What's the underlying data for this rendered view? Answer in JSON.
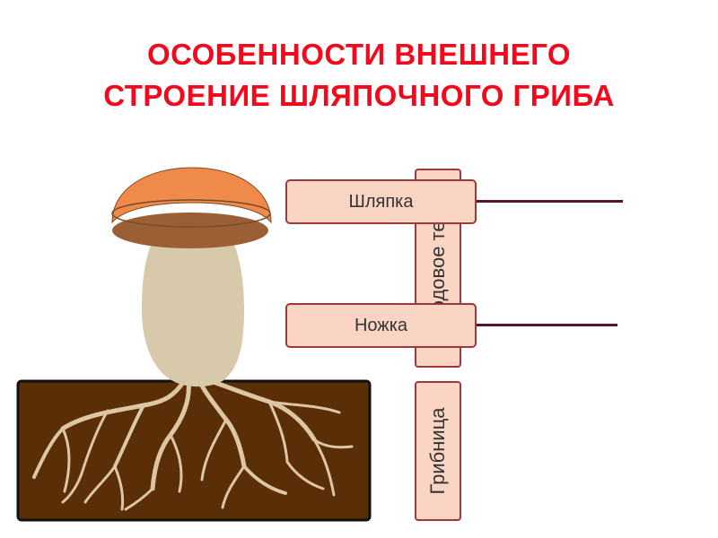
{
  "title": {
    "line1": "ОСОБЕННОСТИ ВНЕШНЕГО",
    "line2": "СТРОЕНИЕ ШЛЯПОЧНОГО ГРИБА"
  },
  "labels": {
    "cap": "Шляпка",
    "stem": "Ножка",
    "fruit_body": "Плодовое тело",
    "mycelium": "Грибница"
  },
  "colors": {
    "title": "#f2091b",
    "box_fill": "#fbd5c4",
    "box_border": "#9b3a3a",
    "connector": "#5a1430",
    "cap_top": "#f08a4b",
    "cap_under": "#9a5f35",
    "stem": "#d8c9aa",
    "soil": "#5a2e06",
    "hyphae": "#dcc6a4"
  }
}
